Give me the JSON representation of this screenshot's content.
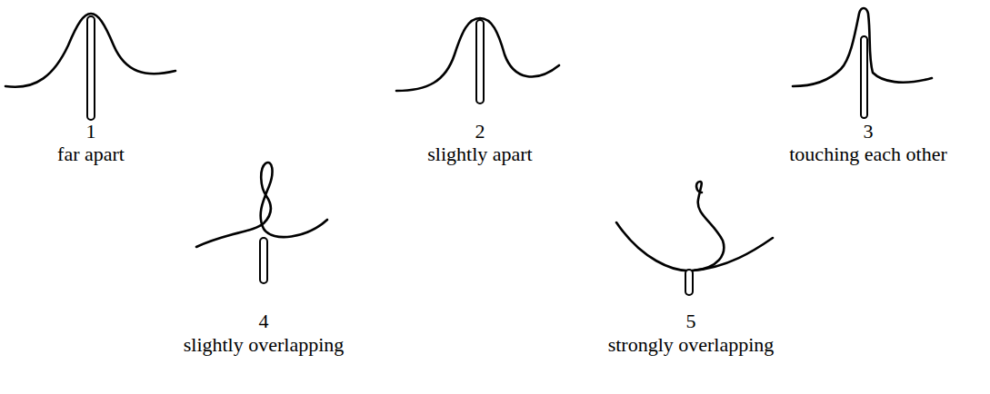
{
  "diagram": {
    "labels": [
      "1",
      "far apart",
      "2",
      "slightly apart",
      "3",
      "touching each other",
      "4",
      "slightly overlapping",
      "5",
      "strongly overlapping"
    ]
  }
}
